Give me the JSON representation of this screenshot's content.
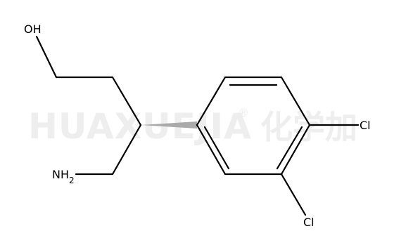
{
  "watermark": {
    "latin": "HUAXUEJIA",
    "registered": "®",
    "cjk": "化学加"
  },
  "atoms": {
    "hydroxyl": "OH",
    "amine_main": "NH",
    "amine_subscript": "2",
    "chlorine_para": "Cl",
    "chlorine_meta": "Cl"
  },
  "colors": {
    "bond": "#000000",
    "wedge": "#aaaaaa",
    "watermark": "#eeeeee",
    "background": "#ffffff"
  }
}
